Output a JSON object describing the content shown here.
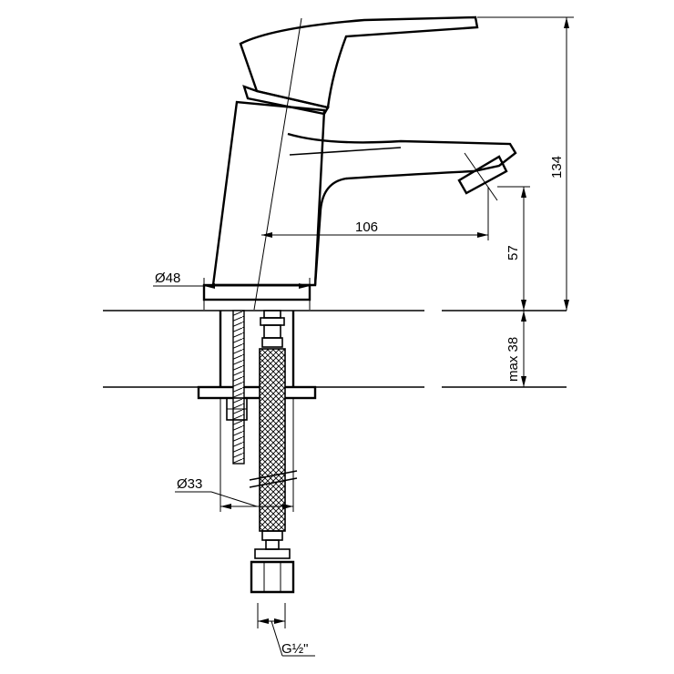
{
  "dimensions": {
    "height_total": "134",
    "spout_reach": "106",
    "spout_height": "57",
    "deck_thickness": "max 38",
    "base_diameter": "Ø48",
    "shank_diameter": "Ø33",
    "connection_thread": "G½\""
  },
  "colors": {
    "line": "#000000",
    "background": "#ffffff"
  }
}
